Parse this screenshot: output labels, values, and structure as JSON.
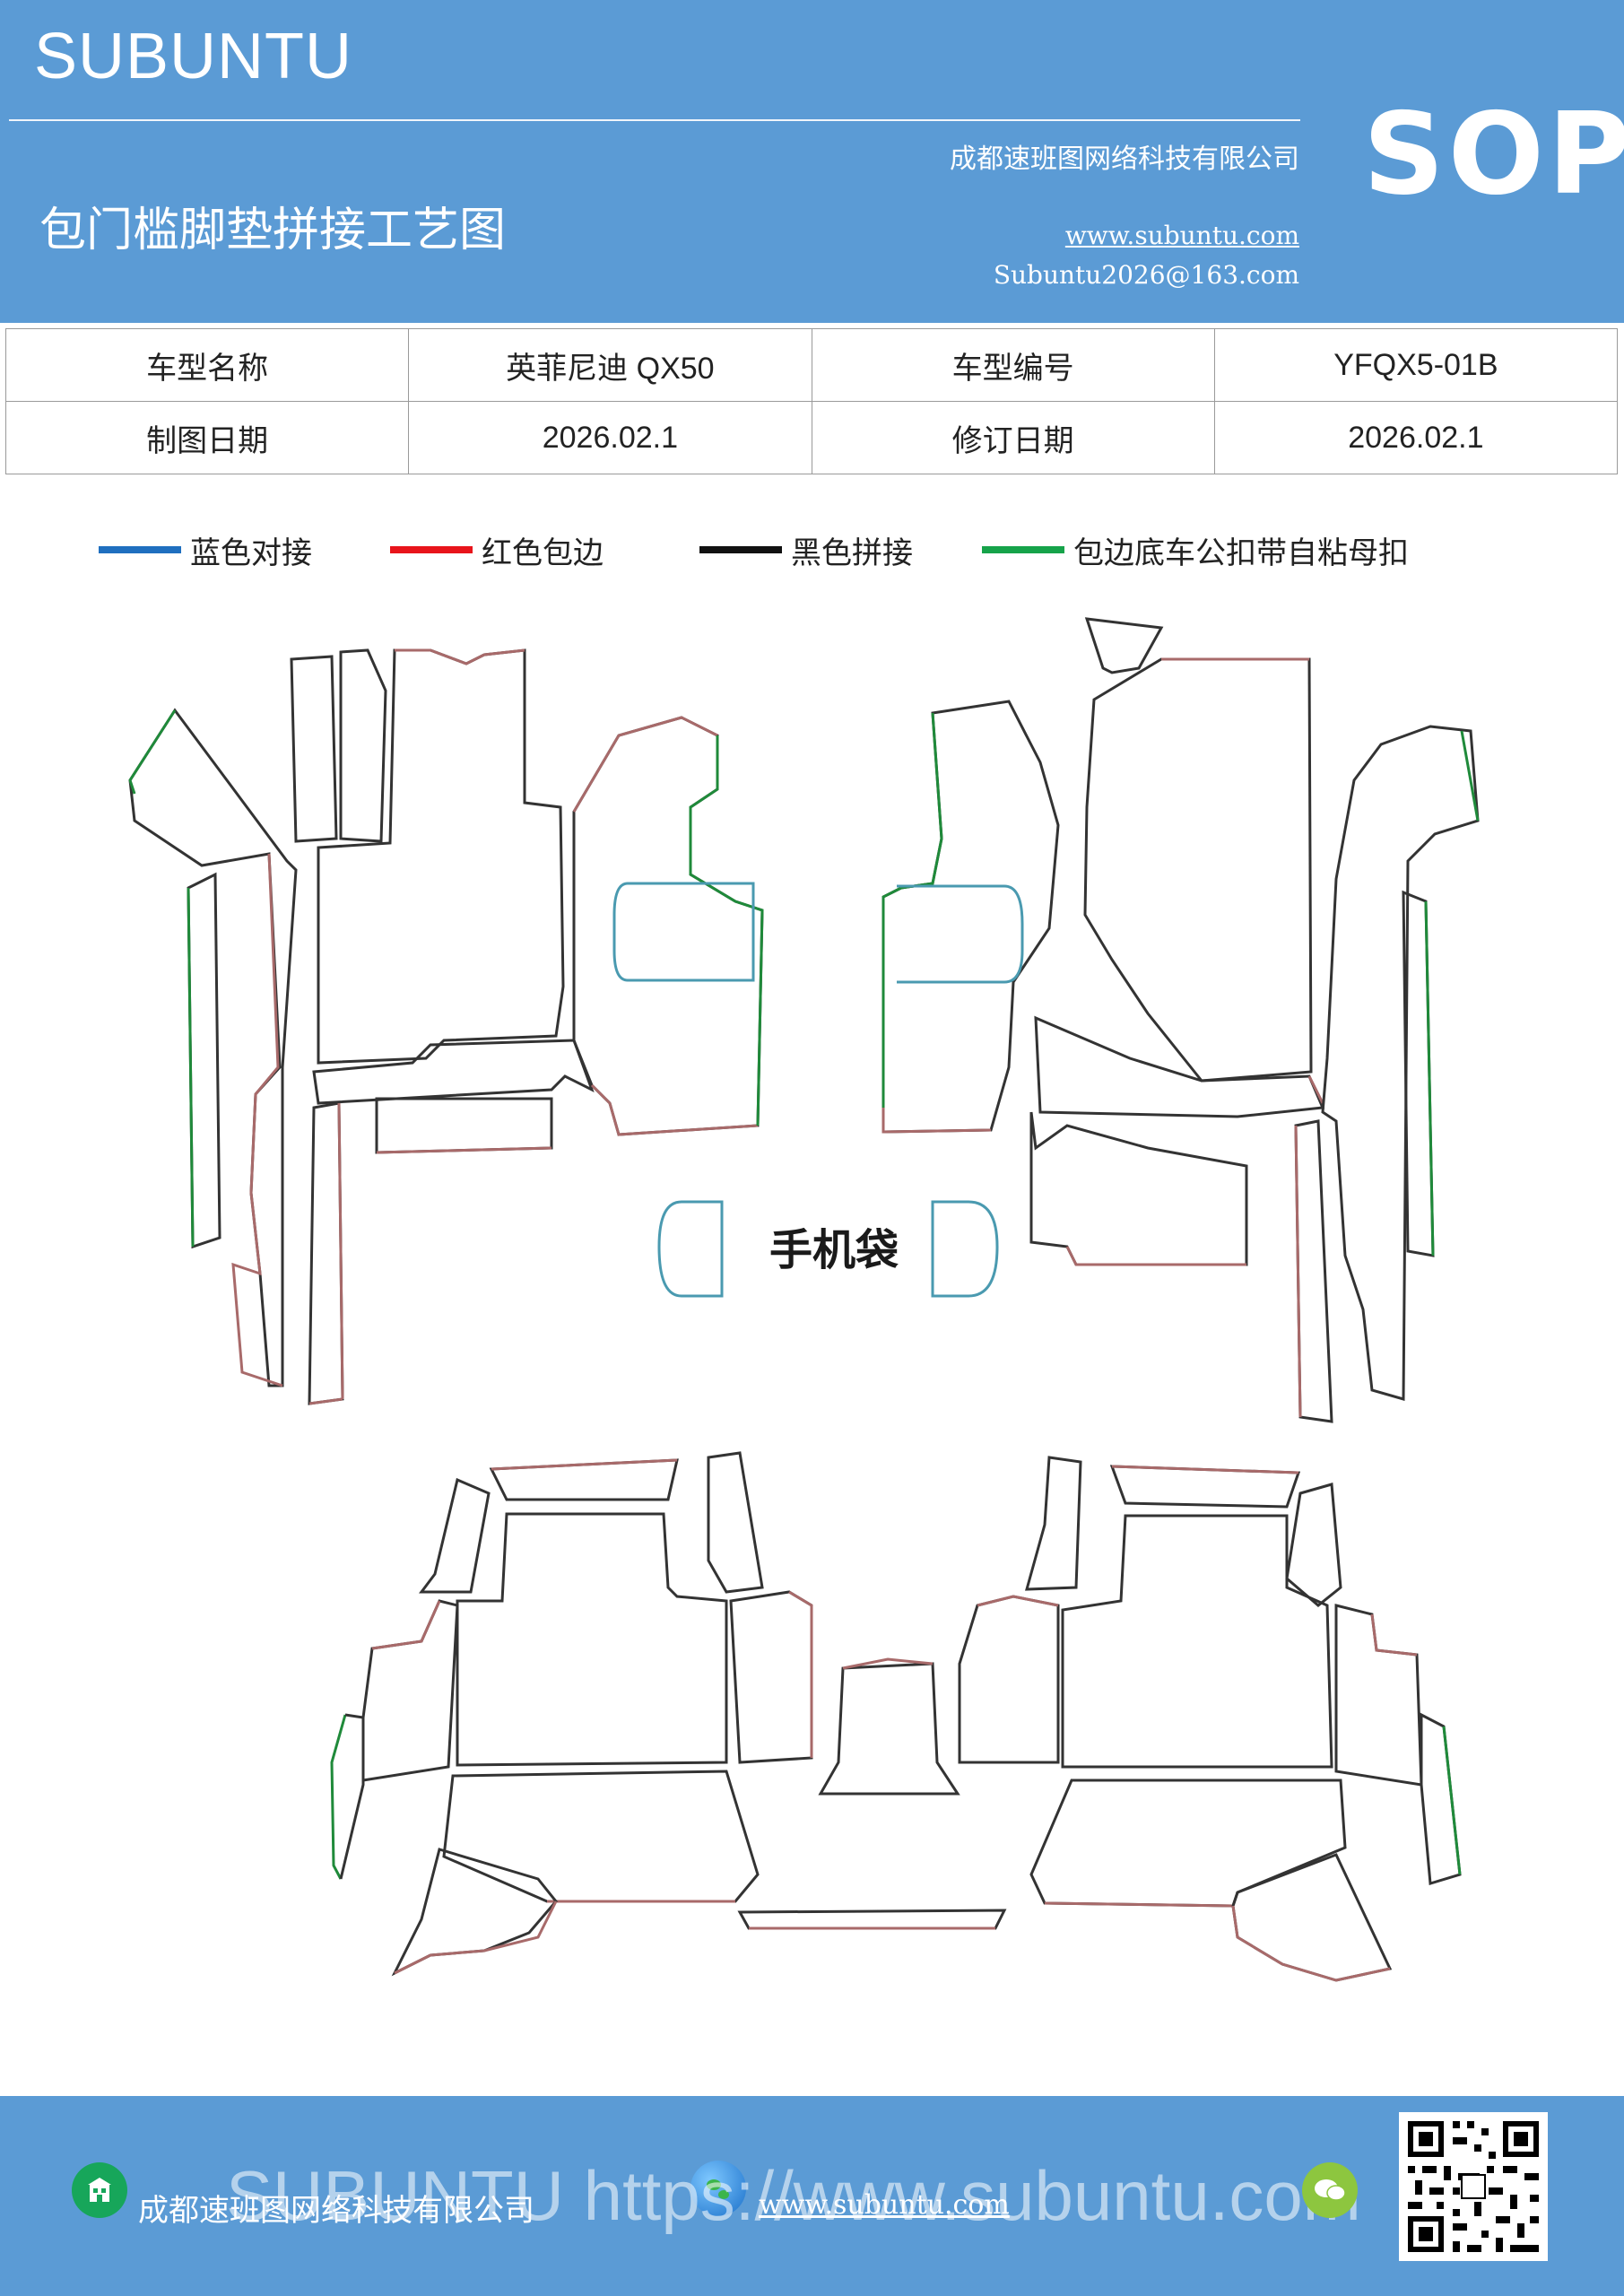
{
  "header": {
    "brand": "SUBUNTU",
    "company": "成都速班图网络科技有限公司",
    "sop": "SOP",
    "title": "包门槛脚垫拼接工艺图",
    "website": "www.subuntu.com",
    "email": "Subuntu2026@163.com"
  },
  "info_table": {
    "rows": [
      {
        "label1": "车型名称",
        "value1": "英菲尼迪 QX50",
        "label2": "车型编号",
        "value2": "YFQX5-01B"
      },
      {
        "label1": "制图日期",
        "value1": "2026.02.1",
        "label2": "修订日期",
        "value2": "2026.02.1"
      }
    ]
  },
  "legend": [
    {
      "label": "蓝色对接",
      "color": "#1f6fbf"
    },
    {
      "label": "红色包边",
      "color": "#e8141b"
    },
    {
      "label": "黑色拼接",
      "color": "#111111"
    },
    {
      "label": "包边底车公扣带自粘母扣",
      "color": "#16a34a"
    }
  ],
  "diagram": {
    "phone_bag_label": "手机袋",
    "colors": {
      "outline_red": "#a86a6a",
      "outline_black": "#333333",
      "outline_green": "#1f8a3a",
      "outline_blue": "#4a9ab0"
    }
  },
  "footer": {
    "company": "成都速班图网络科技有限公司",
    "website": "www.subuntu.com",
    "watermark": "SUBUNTU https://www.subuntu.com"
  }
}
